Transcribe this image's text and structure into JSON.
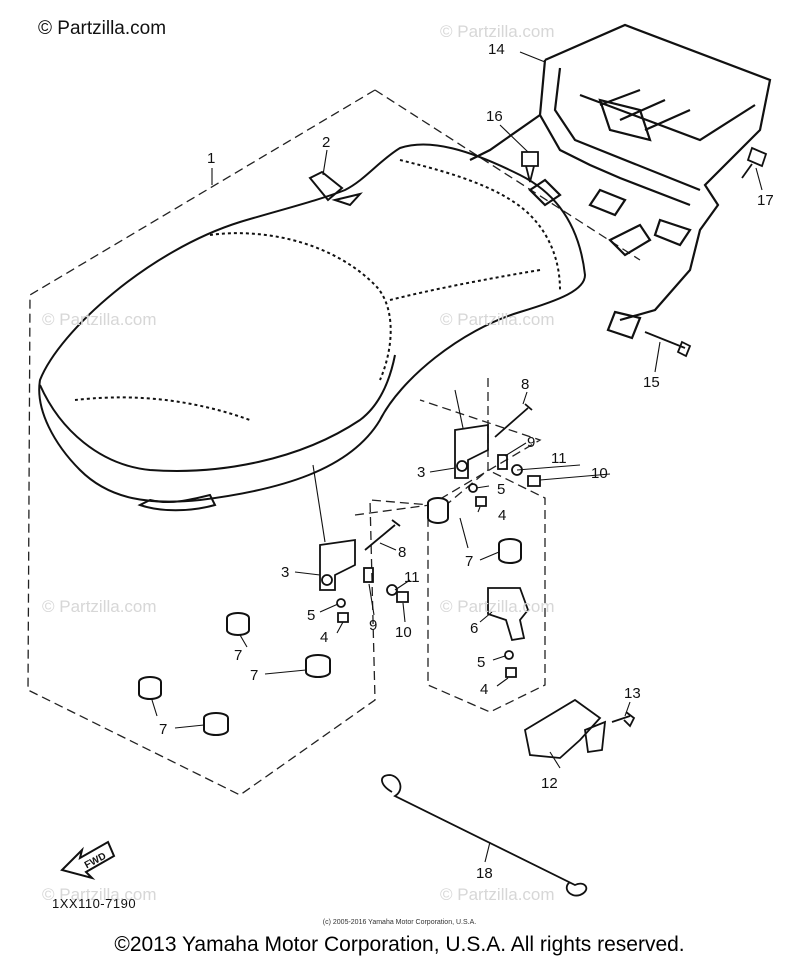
{
  "watermark": {
    "brand": "© Partzilla.com",
    "text": "© Partzilla.com"
  },
  "callouts": {
    "seat": "1",
    "seat_part_2": "2",
    "bracket_left": "3",
    "bracket_right": "3",
    "screw_a": "4",
    "screw_b": "4",
    "screw_c": "4",
    "washer_a": "5",
    "washer_b": "5",
    "washer_c": "5",
    "lock_bracket": "6",
    "damper_a": "7",
    "damper_b": "7",
    "damper_c": "7",
    "damper_d": "7",
    "bolt_a": "8",
    "bolt_b": "8",
    "plate_a": "9",
    "plate_b": "9",
    "nut_a": "10",
    "nut_b": "10",
    "washer_11a": "11",
    "washer_11b": "11",
    "seat_lock": "12",
    "screw_13": "13",
    "grab_rail": "14",
    "bolt_15": "15",
    "bolt_16": "16",
    "bolt_17": "17",
    "cable_18": "18"
  },
  "fwd_label": "FWD",
  "part_number": "1XX110-7190",
  "small_copyright": "(c) 2005-2016 Yamaha Motor Corporation, U.S.A.",
  "copyright": "©2013 Yamaha Motor Corporation, U.S.A. All rights reserved."
}
